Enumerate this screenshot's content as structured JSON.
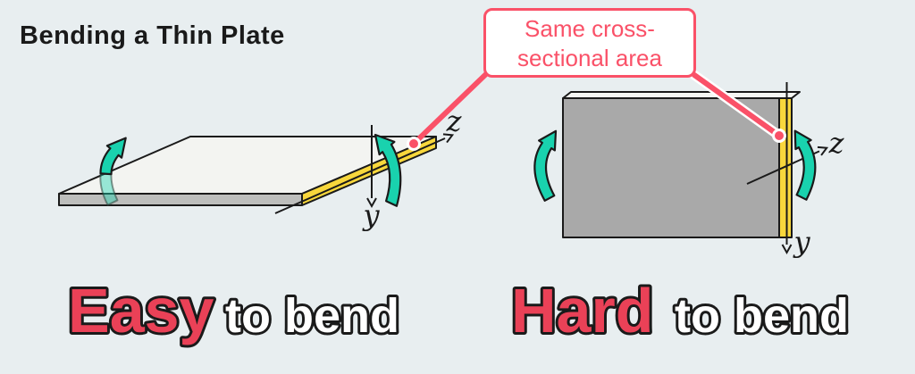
{
  "title": "Bending a Thin Plate",
  "callout": {
    "line1": "Same cross-",
    "line2": "sectional area"
  },
  "captions": {
    "left_emphasis": "Easy",
    "left_rest": "to bend",
    "right_emphasis": "Hard",
    "right_rest": "to bend"
  },
  "axes": {
    "left": {
      "y": "y",
      "z": "z"
    },
    "right": {
      "y": "y",
      "z": "z"
    }
  },
  "colors": {
    "background": "#e8eef0",
    "plate-top": "#f3f4f1",
    "plate-front": "#bdbebc",
    "plate-face": "#a9a9a9",
    "top-sliver": "#f5f6f3",
    "cross-section-yellow": "#f8d73c",
    "moment-teal": "#19d2ae",
    "accent-pink": "#fa5168",
    "caption-red": "#ea4157",
    "caption-white": "#ffffff",
    "callout-bg": "#ffffff",
    "ink": "#1a1a1a"
  }
}
